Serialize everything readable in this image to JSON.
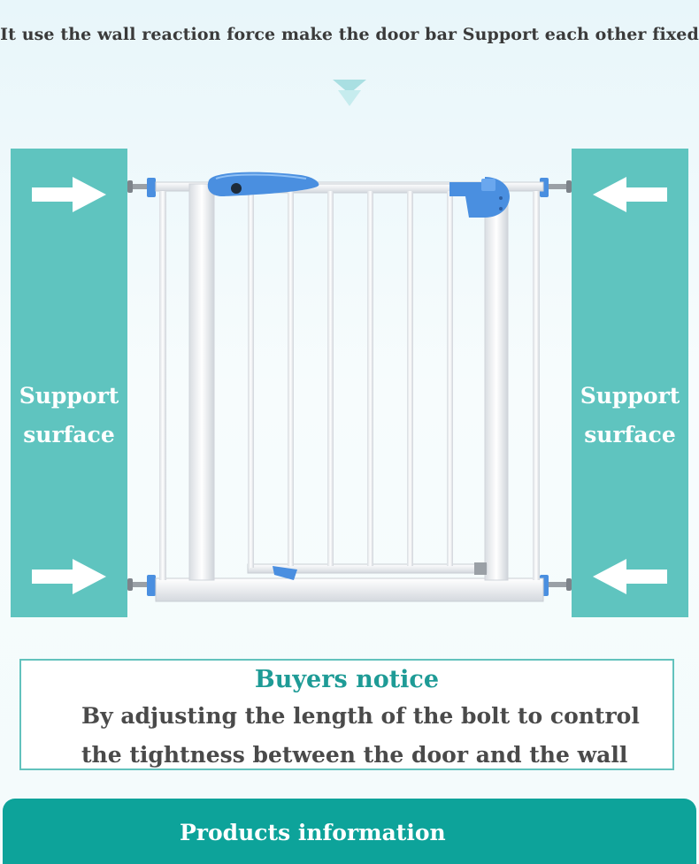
{
  "headline": "It use the wall  reaction force make the door bar Support each other fixed",
  "panels": {
    "left": {
      "line1": "Support",
      "line2": "surface"
    },
    "right": {
      "line1": "Support",
      "line2": "surface"
    }
  },
  "icons": {
    "down_chevron": "double-chevron-down-icon",
    "push_arrow": "arrow-icon"
  },
  "notice": {
    "title": "Buyers notice",
    "line1": "By adjusting the length of the bolt to control",
    "line2": "the tightness between the door and the wall"
  },
  "footer": {
    "title": "Products information"
  },
  "colors": {
    "panel": "#5fc4bf",
    "accent_blue": "#4a8fe0",
    "notice_title": "#1e9b96",
    "footer_bar": "#0da39a"
  }
}
